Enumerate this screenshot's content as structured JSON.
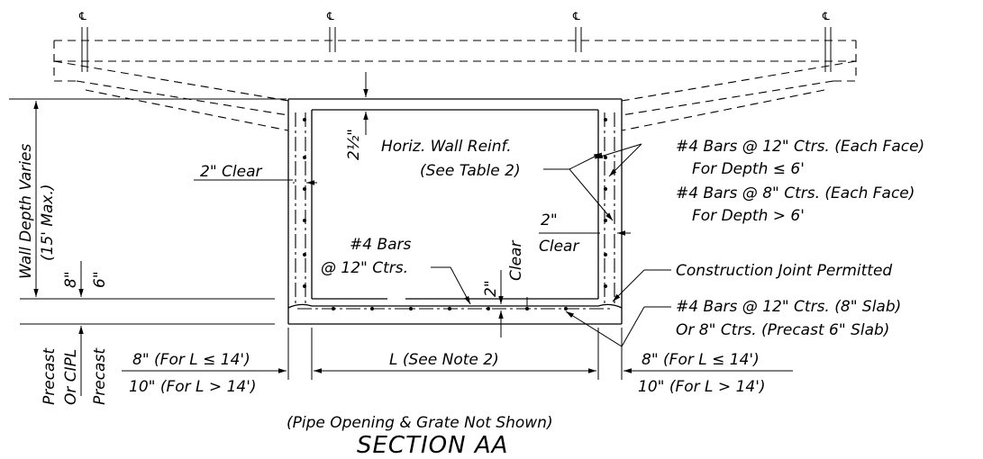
{
  "title": "SECTION AA",
  "subtitle": "(Pipe Opening & Grate Not Shown)",
  "labels": {
    "wall_depth": "Wall Depth Varies",
    "wall_depth_max": "(15' Max.)",
    "two_half": "2½\"",
    "horiz_line1": "Horiz. Wall Reinf.",
    "horiz_line2": "(See Table 2)",
    "clear_left": "2\" Clear",
    "bars_12_each": "#4 Bars @ 12\" Ctrs. (Each Face)",
    "for_depth_le6": "For Depth ≤ 6'",
    "bars_8_each": "#4 Bars @ 8\" Ctrs. (Each Face)",
    "for_depth_gt6": "For Depth > 6'",
    "clear_right_num": "2\"",
    "clear_right_word": "Clear",
    "bars4": "#4 Bars",
    "at12": "@ 12\" Ctrs.",
    "slab_two": "2\"",
    "slab_clear": "Clear",
    "eight": "8\"",
    "six": "6\"",
    "construction_joint": "Construction Joint Permitted",
    "slab_bars_1": "#4 Bars @ 12\" Ctrs. (8\" Slab)",
    "slab_bars_2": "Or 8\" Ctrs. (Precast 6\" Slab)",
    "precast_left": "Precast",
    "or_cipl": "Or CIPL",
    "precast_right": "Precast",
    "left_8": "8\" (For L ≤ 14')",
    "left_10": "10\" (For L > 14')",
    "span": "L (See Note 2)",
    "right_8": "8\" (For L ≤ 14')",
    "right_10": "10\" (For L > 14')",
    "cl": "℄"
  }
}
